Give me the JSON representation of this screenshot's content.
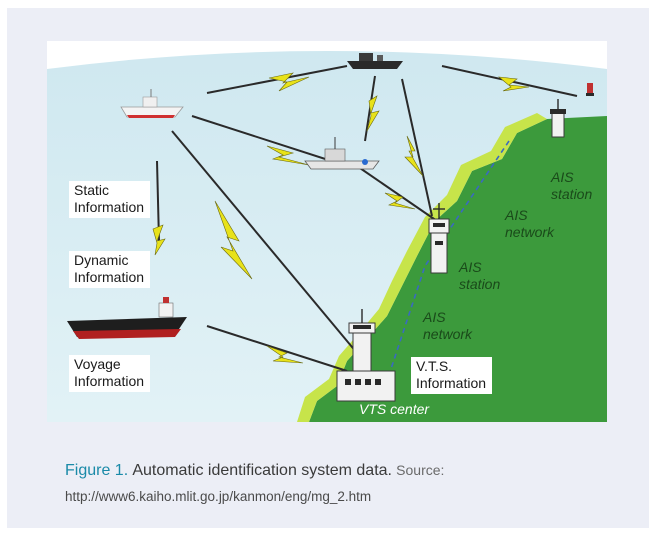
{
  "figure": {
    "boxes": {
      "static": "Static\nInformation",
      "dynamic": "Dynamic\nInformation",
      "voyage": "Voyage\nInformation",
      "vts": "V.T.S.\nInformation"
    },
    "labels": {
      "ais_station_1": "AIS\nstation",
      "ais_network_1": "AIS\nnetwork",
      "ais_station_2": "AIS\nstation",
      "ais_network_2": "AIS\nnetwork",
      "vts_center": "VTS center"
    },
    "colors": {
      "sea": "#d6ecf2",
      "sky": "#ffffff",
      "land_light": "#c7e44a",
      "land_dark": "#3c9a3c",
      "lightning": "#e8e21a",
      "link_dashed": "#3a6ac0"
    }
  },
  "caption": {
    "number": "Figure 1.",
    "title": "Automatic identification system data.",
    "source_label": "Source:",
    "url": "http://www6.kaiho.mlit.go.jp/kanmon/eng/mg_2.htm"
  }
}
